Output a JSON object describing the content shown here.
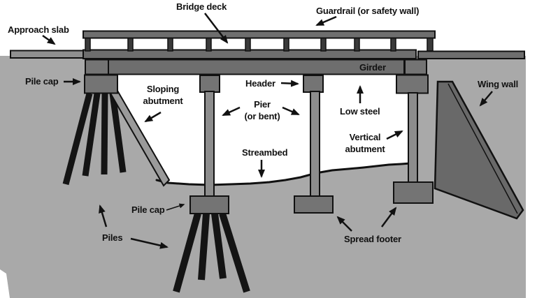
{
  "diagram": {
    "description": "Labeled cross-section diagram of a bridge structure",
    "labels": {
      "bridge_deck": "Bridge deck",
      "guardrail": "Guardrail (or safety wall)",
      "approach_slab": "Approach slab",
      "pile_cap_left": "Pile cap",
      "sloping_abutment": "Sloping\nabutment",
      "header": "Header",
      "pier": "Pier\n(or bent)",
      "girder": "Girder",
      "low_steel": "Low steel",
      "wing_wall": "Wing wall",
      "vertical_abutment": "Vertical\nabutment",
      "streambed": "Streambed",
      "pile_cap_lower": "Pile cap",
      "piles": "Piles",
      "spread_footer": "Spread footer"
    },
    "colors": {
      "ground": "#a9a9a9",
      "structure": "#6e6e6e",
      "block": "#747474",
      "column": "#8d8d8d",
      "slope": "#9a9a9a",
      "slab_left": "#909090",
      "wingwall": "#696969",
      "pile": "#141414",
      "outline": "#111111",
      "stream": "#ffffff",
      "text": "#111111"
    }
  }
}
